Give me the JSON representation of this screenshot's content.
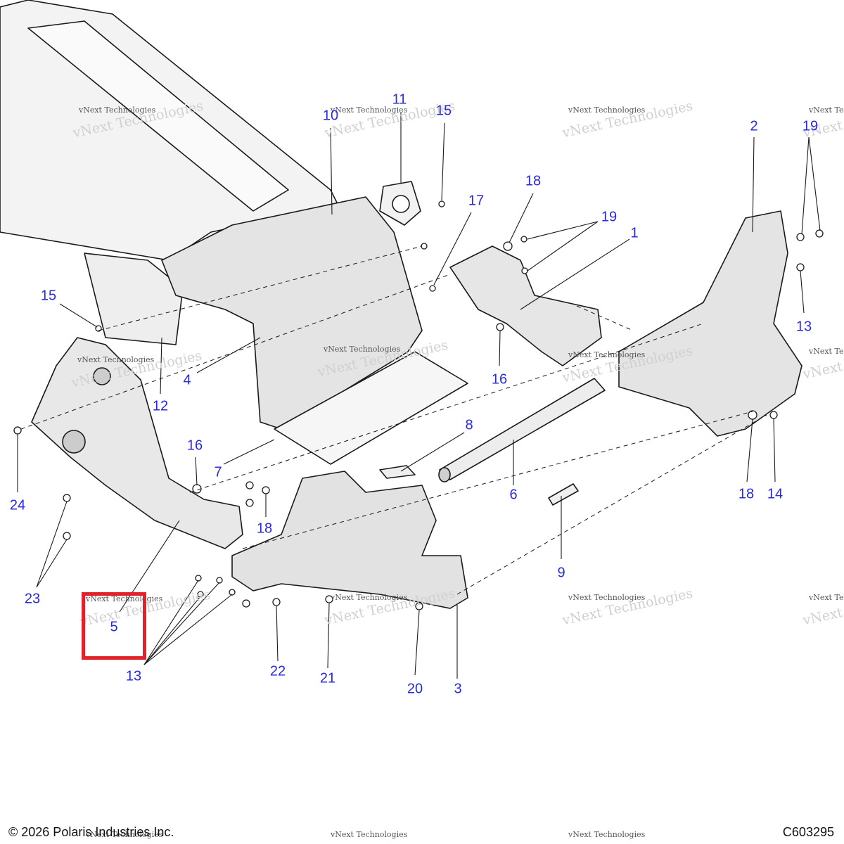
{
  "diagram": {
    "callouts": [
      "1",
      "2",
      "3",
      "4",
      "5",
      "6",
      "7",
      "8",
      "9",
      "10",
      "11",
      "12",
      "13",
      "13",
      "14",
      "15",
      "15",
      "16",
      "16",
      "17",
      "18",
      "18",
      "18",
      "19",
      "19",
      "20",
      "21",
      "22",
      "23",
      "24"
    ],
    "highlighted_callout": "5",
    "watermark_small": "vNext Technologies",
    "watermark_large": "vNext Technologies",
    "colors": {
      "callout": "#2a2ae0",
      "highlight": "#e1222b",
      "line": "#1a1a1a",
      "part_fill": "#e9e9e9"
    }
  },
  "footer": {
    "copyright": "© 2026 Polaris Industries Inc.",
    "diagram_id": "C603295"
  }
}
